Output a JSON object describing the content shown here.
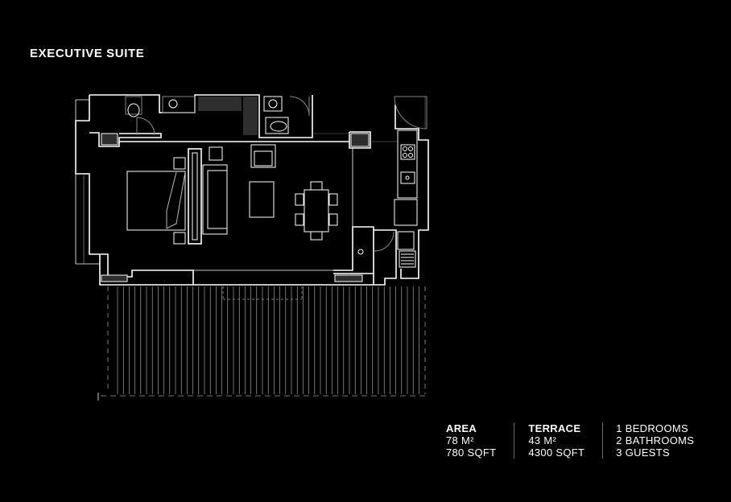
{
  "plan": {
    "title": "EXECUTIVE SUITE"
  },
  "specs": {
    "area": {
      "label": "AREA",
      "metric": "78 M²",
      "imperial": "780 SQFT"
    },
    "terrace": {
      "label": "TERRACE",
      "metric": "43 M²",
      "imperial": "4300 SQFT"
    },
    "rooms": {
      "bedrooms": "1 BEDROOMS",
      "bathrooms": "2 BATHROOMS",
      "guests": "3 GUESTS"
    }
  },
  "colors": {
    "background": "#000000",
    "line": "#ffffff",
    "dim_line": "#8a8a8a",
    "fill_dark": "#2e2e2e"
  }
}
